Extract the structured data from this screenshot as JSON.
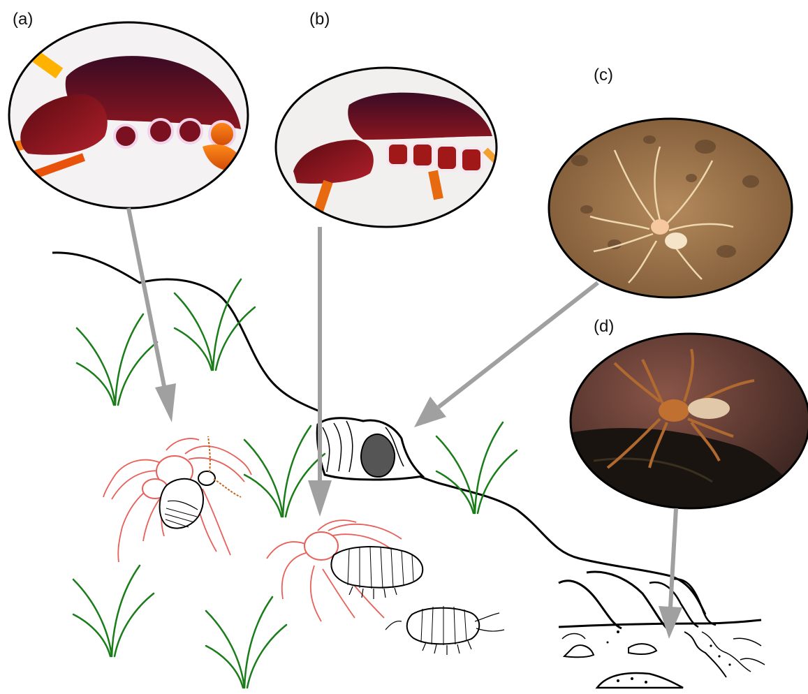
{
  "panels": [
    {
      "id": "a",
      "label": "(a)"
    },
    {
      "id": "b",
      "label": "(b)"
    },
    {
      "id": "c",
      "label": "(c)"
    },
    {
      "id": "d",
      "label": "(d)"
    }
  ],
  "colors": {
    "arrow": "#a0a0a0",
    "grass": "#1a7d1a",
    "spider_sketch": "#e8605a",
    "outline": "#000000",
    "specimen_dark_red": "#6e0f1a",
    "specimen_orange": "#e86a10",
    "soil": "#9a7048",
    "cave_rock": "#6b3f33",
    "cave_hole": "#555555"
  },
  "icons": {
    "photo_a": "spider-carapace-dark-red",
    "photo_b": "spider-carapace-dark-red",
    "photo_c": "pale-spider-on-soil",
    "photo_d": "brown-spider-in-cave",
    "prey_1": "beetle",
    "prey_2": "woodlouse",
    "prey_3": "woodlouse"
  }
}
